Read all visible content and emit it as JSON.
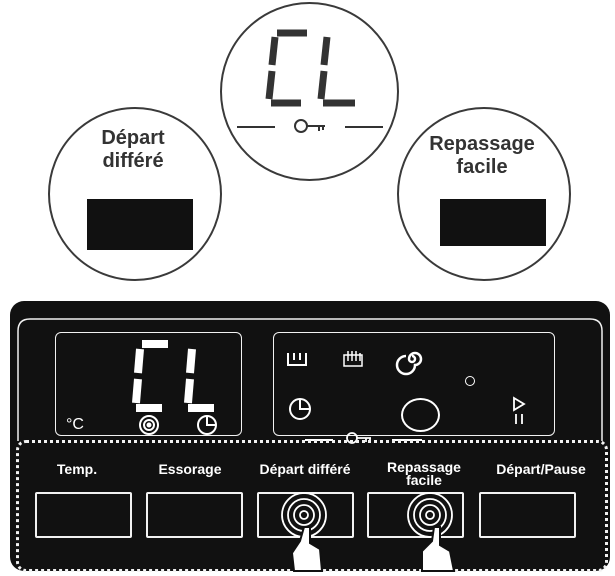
{
  "callouts": {
    "left": {
      "line1": "Départ",
      "line2": "différé"
    },
    "center": {
      "display": "CL",
      "key": "key-lock-icon"
    },
    "right": {
      "line1": "Repassage",
      "line2": "facile"
    }
  },
  "panel": {
    "display": {
      "text": "CL",
      "temp_unit": "°C"
    },
    "status_icons": [
      "tub-icon",
      "steam-icon",
      "spin-spiral-icon",
      "clock-icon",
      "start-pause-icon"
    ],
    "buttons": [
      {
        "label": "Temp."
      },
      {
        "label": "Essorage"
      },
      {
        "label": "Départ différé"
      },
      {
        "label": "Repassage facile"
      },
      {
        "label": "Départ/Pause"
      }
    ]
  },
  "colors": {
    "panel_bg": "#111111",
    "display_segment": "#ffffff",
    "outline": "#f2f2f2"
  }
}
